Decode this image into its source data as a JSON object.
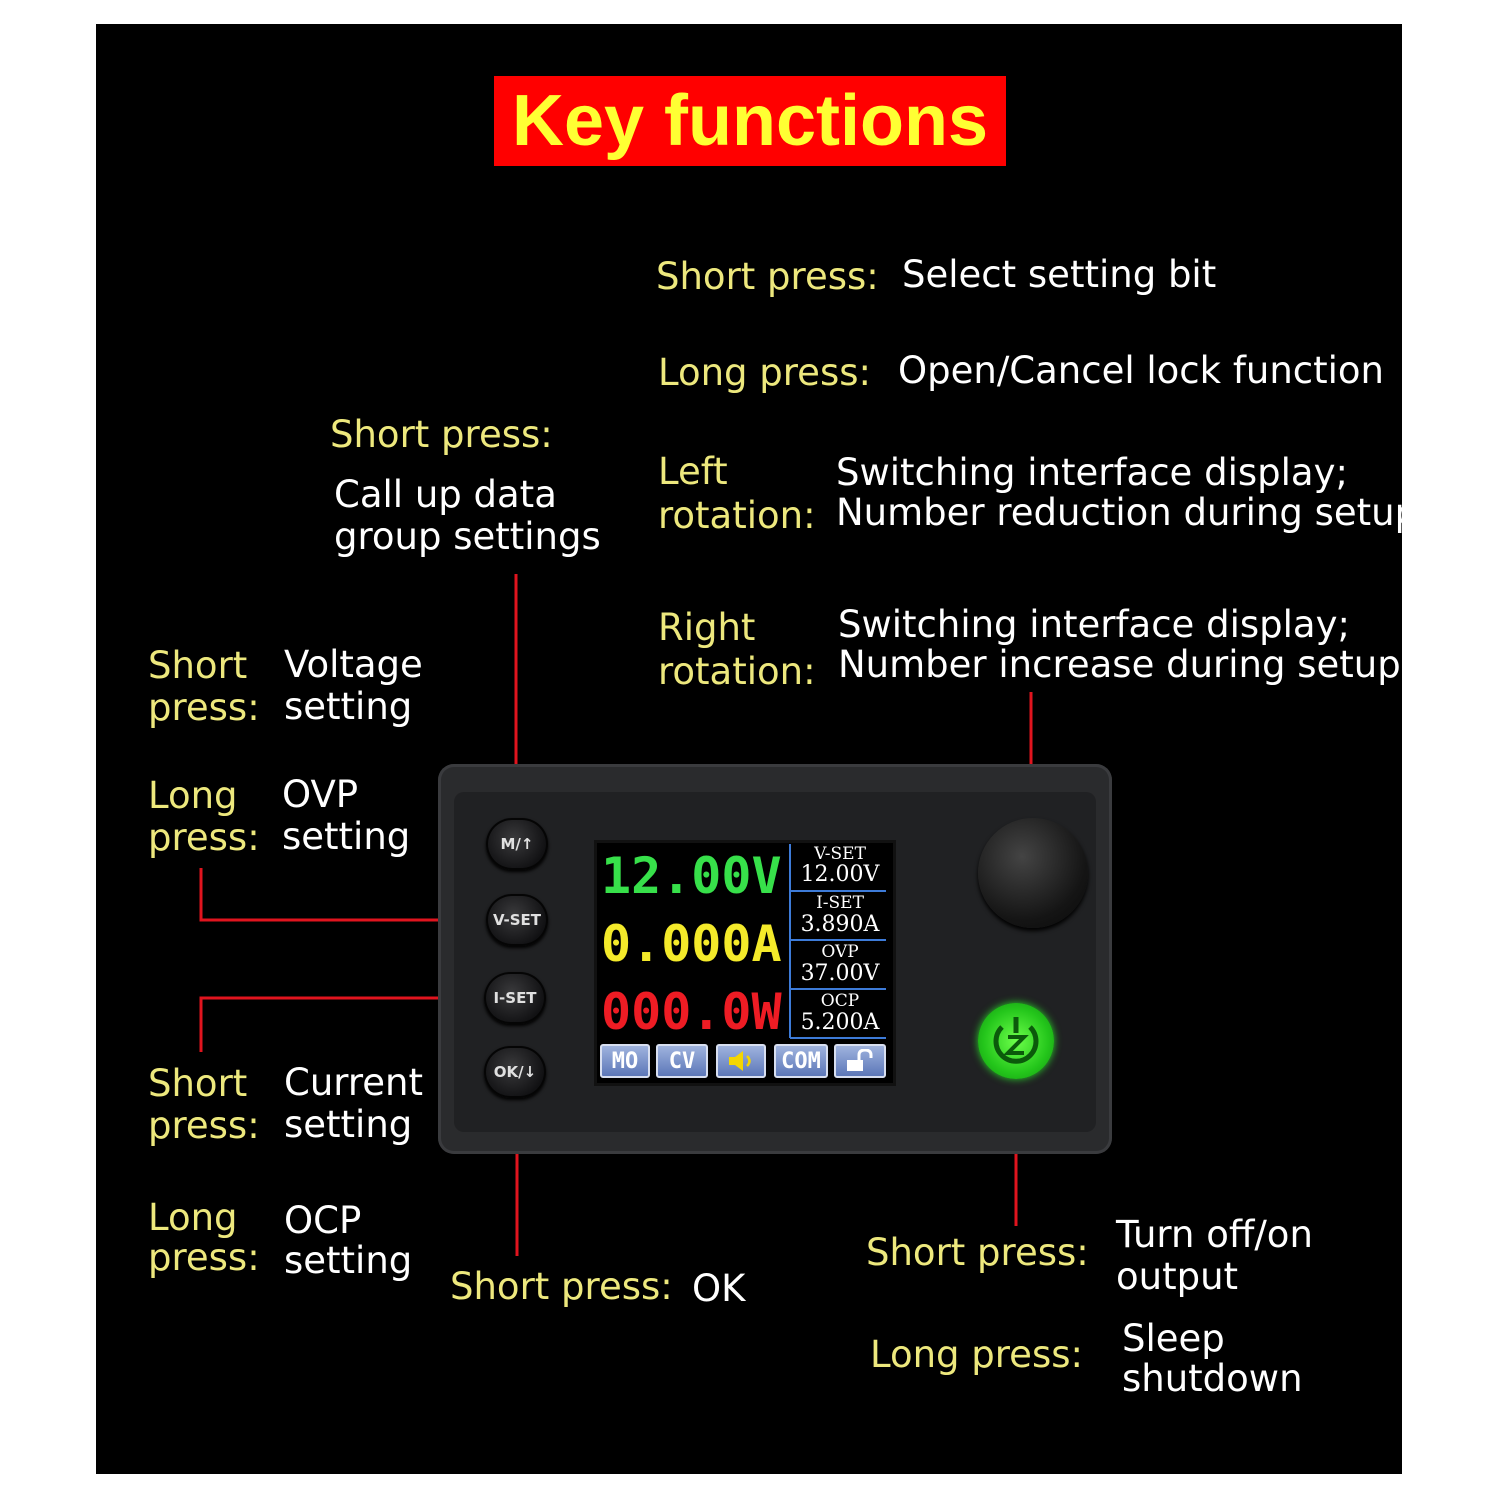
{
  "colors": {
    "panel_bg": "#000000",
    "title_bg": "#ff0000",
    "title_text": "#ffff33",
    "label_yellow": "#ede87d",
    "desc_white": "#ffffff",
    "callout_red": "#e0141e",
    "screen_green": "#37e04a",
    "screen_yellow": "#f4ea2a",
    "screen_red": "#ee1c24"
  },
  "title": "Key functions",
  "knob_callouts": {
    "short_press": {
      "label": "Short press:",
      "desc": "Select setting bit"
    },
    "long_press": {
      "label": "Long press:",
      "desc": "Open/Cancel lock function"
    },
    "left_rotation": {
      "label": [
        "Left",
        "rotation:"
      ],
      "desc": [
        "Switching interface display;",
        "Number reduction during setup"
      ]
    },
    "right_rotation": {
      "label": [
        "Right",
        "rotation:"
      ],
      "desc": [
        "Switching interface display;",
        "Number increase during setup"
      ]
    }
  },
  "mt_callout": {
    "label": "Short press:",
    "desc": [
      "Call up data",
      "group settings"
    ]
  },
  "vset_callouts": {
    "short_press": {
      "label": [
        "Short",
        "press:"
      ],
      "desc": [
        "Voltage",
        "setting"
      ]
    },
    "long_press": {
      "label": [
        "Long",
        "press:"
      ],
      "desc": [
        "OVP",
        "setting"
      ]
    }
  },
  "iset_callouts": {
    "short_press": {
      "label": [
        "Short",
        "press:"
      ],
      "desc": [
        "Current",
        "setting"
      ]
    },
    "long_press": {
      "label": [
        "Long",
        "press:"
      ],
      "desc": [
        "OCP",
        "setting"
      ]
    }
  },
  "ok_callout": {
    "label": "Short press:",
    "desc": "OK"
  },
  "power_callouts": {
    "short_press": {
      "label": "Short press:",
      "desc": [
        "Turn off/on",
        "output"
      ]
    },
    "long_press": {
      "label": "Long press:",
      "desc": [
        "Sleep",
        "shutdown"
      ]
    }
  },
  "device": {
    "keys": {
      "mt": "M/↑",
      "vset": "V-SET",
      "iset": "I-SET",
      "ok": "OK/↓"
    },
    "screen": {
      "voltage": "12.00V",
      "current": "0.000A",
      "power": "000.0W",
      "side": [
        {
          "label": "V-SET",
          "value": "12.00V"
        },
        {
          "label": "I-SET",
          "value": "3.890A"
        },
        {
          "label": "OVP",
          "value": "37.00V"
        },
        {
          "label": "OCP",
          "value": "5.200A"
        }
      ],
      "status": [
        "MO",
        "CV",
        "COM"
      ],
      "icons": [
        "speaker-icon",
        "unlock-icon"
      ]
    },
    "power_button_icon": "power-z-icon"
  }
}
